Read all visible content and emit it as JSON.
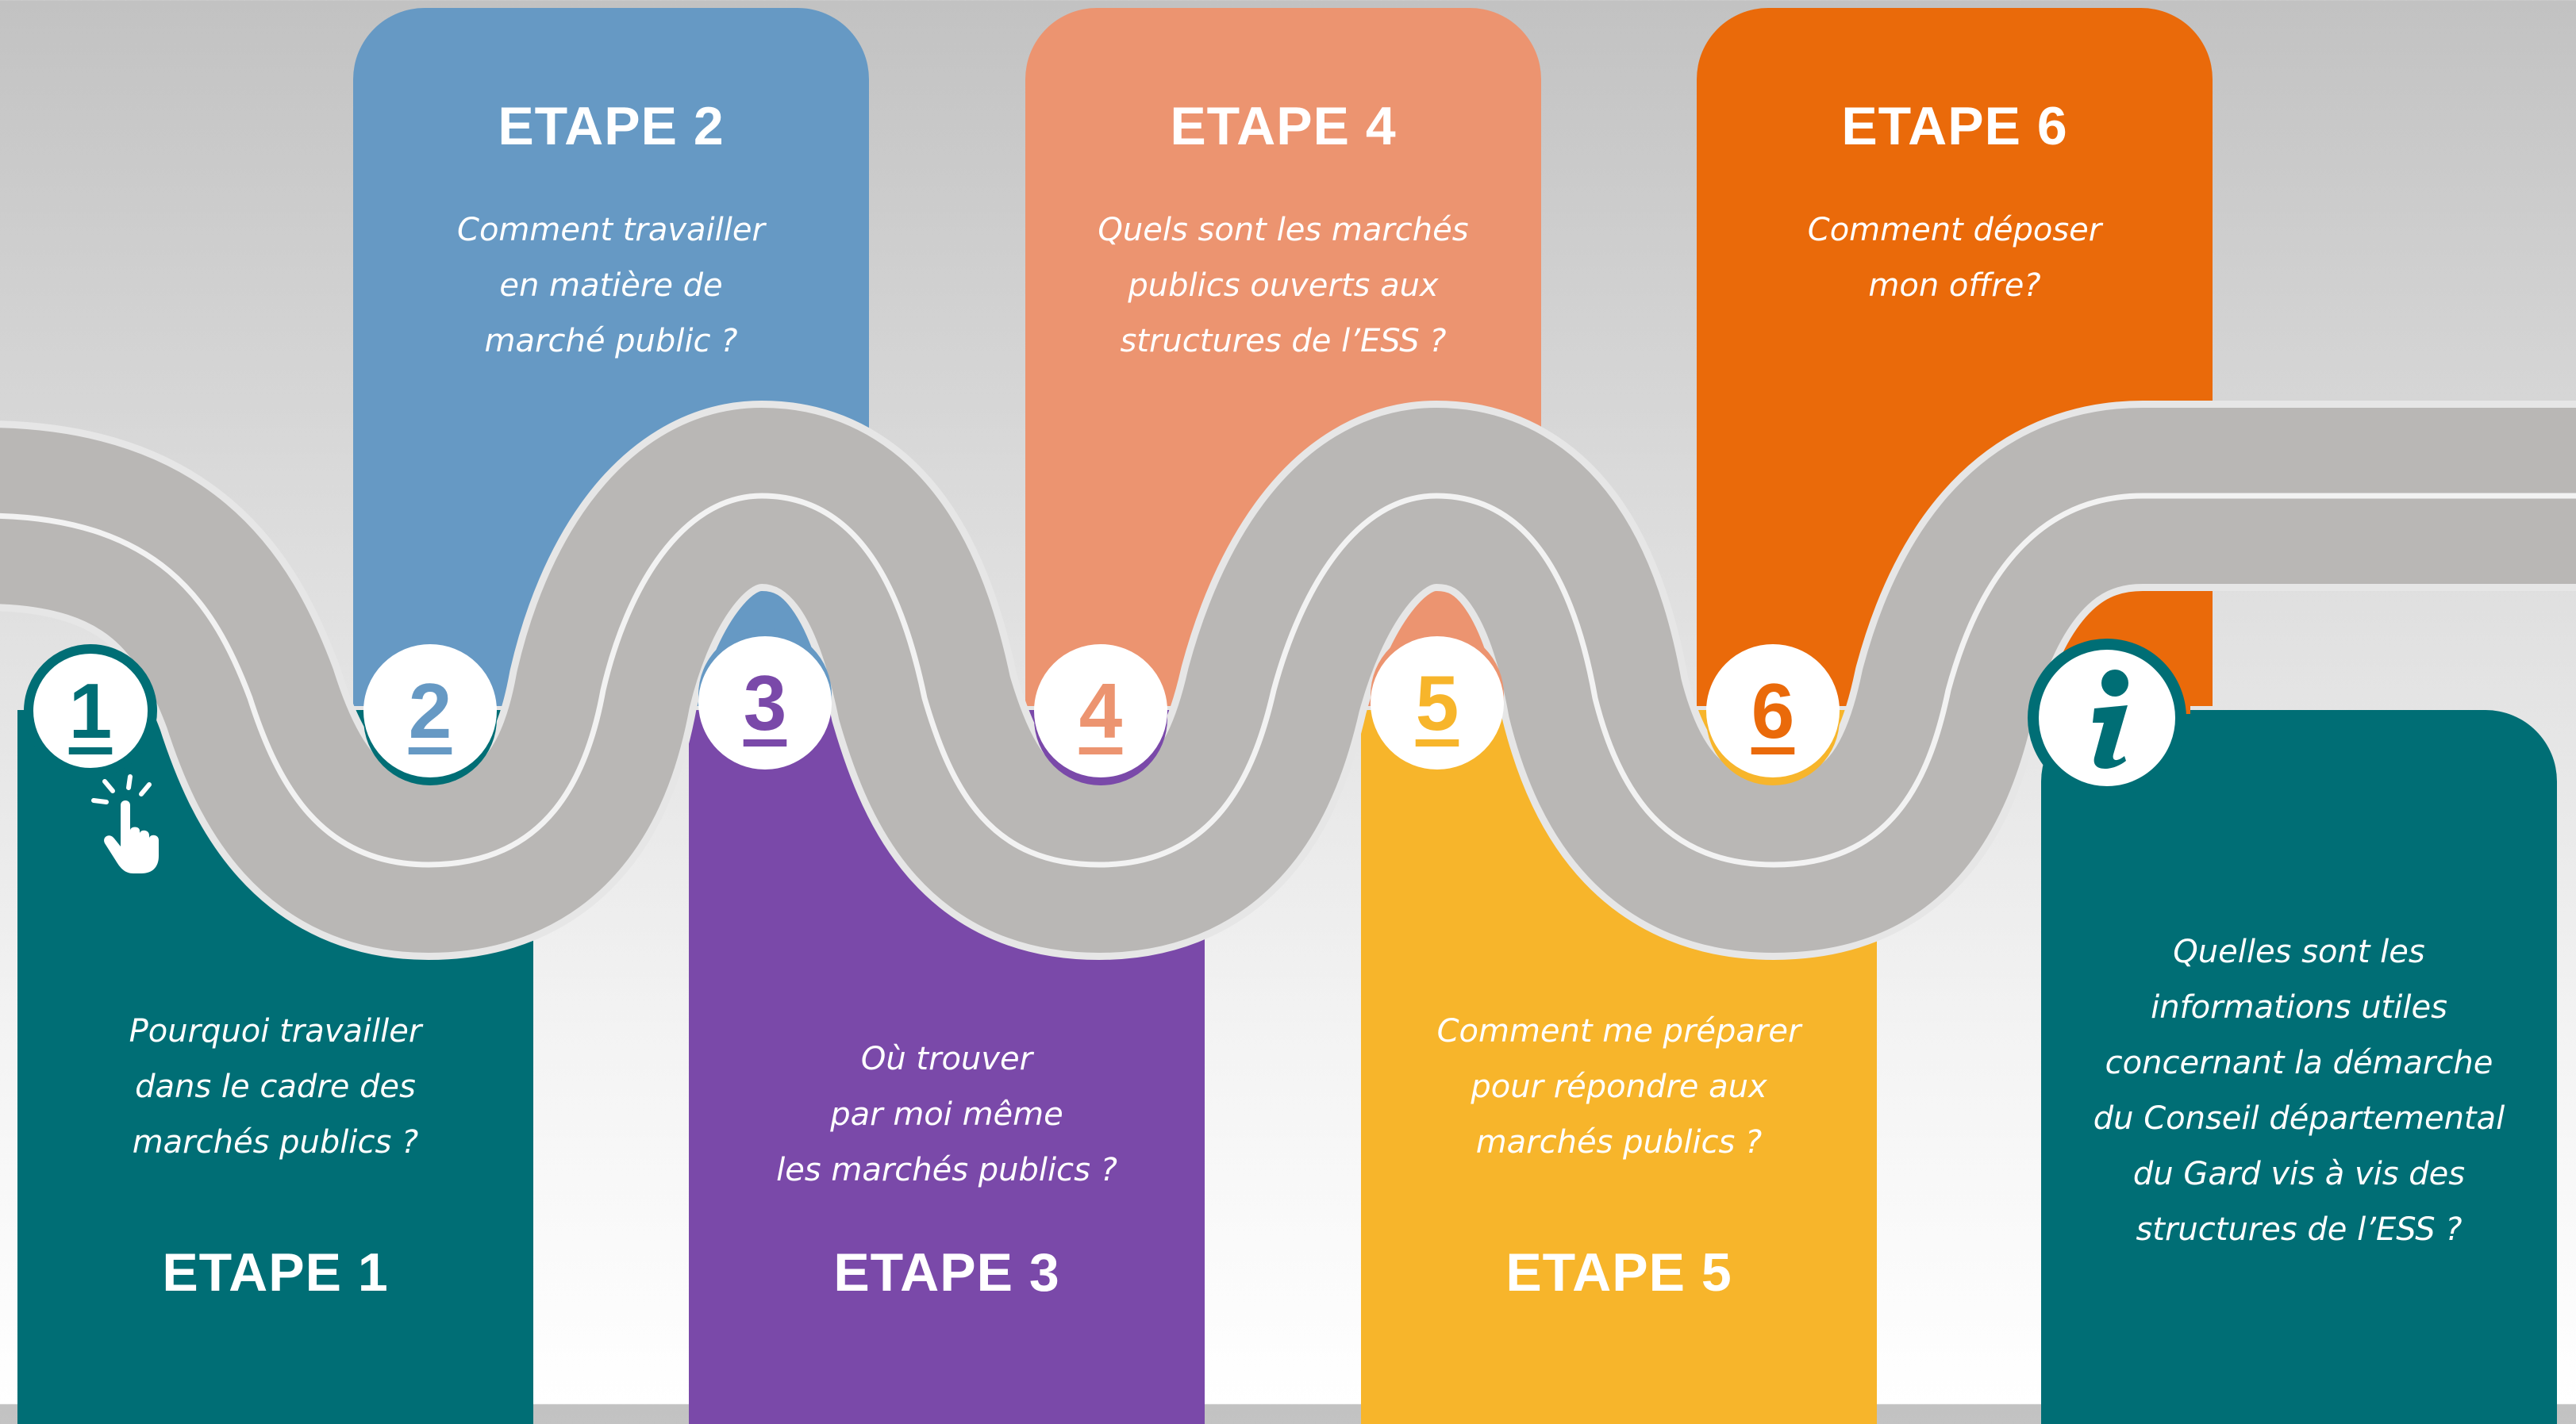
{
  "steps": [
    {
      "label": "ETAPE 1",
      "number": "1",
      "question": "Pourquoi travailler\ndans le cadre des\nmarchés publics ?",
      "color": "#006e75"
    },
    {
      "label": "ETAPE 2",
      "number": "2",
      "question": "Comment travailler\nen matière de\nmarché public ?",
      "color": "#6699c4"
    },
    {
      "label": "ETAPE 3",
      "number": "3",
      "question": "Où trouver\npar moi même\nles marchés publics ?",
      "color": "#7a49a9"
    },
    {
      "label": "ETAPE 4",
      "number": "4",
      "question": "Quels sont les marchés\npublics ouverts aux\nstructures de l’ESS ?",
      "color": "#ec9470"
    },
    {
      "label": "ETAPE 5",
      "number": "5",
      "question": "Comment me préparer\npour répondre aux\nmarchés publics ?",
      "color": "#f7b52b"
    },
    {
      "label": "ETAPE 6",
      "number": "6",
      "question": "Comment déposer\nmon offre?",
      "color": "#ea6a0a"
    }
  ],
  "info": {
    "question": "Quelles sont les\ninformations utiles\nconcernant la démarche\ndu Conseil départemental\ndu Gard vis à vis des\nstructures de l’ESS ?",
    "icon": "info-icon",
    "color": "#006e75"
  },
  "icons": {
    "pointer": "hand-pointer-icon",
    "road": "winding-road"
  }
}
